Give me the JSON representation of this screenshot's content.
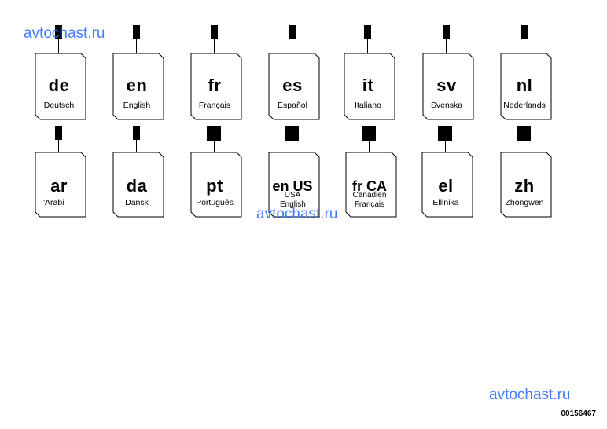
{
  "watermark": "avtochast.ru",
  "document_id": "00156467",
  "row1": [
    {
      "code": "de",
      "language": "Deutsch"
    },
    {
      "code": "en",
      "language": "English"
    },
    {
      "code": "fr",
      "language": "Français"
    },
    {
      "code": "es",
      "language": "Español"
    },
    {
      "code": "it",
      "language": "Italiano"
    },
    {
      "code": "sv",
      "language": "Svenska"
    },
    {
      "code": "nl",
      "language": "Nederlands"
    }
  ],
  "row2": [
    {
      "code": "ar",
      "language": "'Arabi"
    },
    {
      "code": "da",
      "language": "Dansk"
    },
    {
      "code": "pt",
      "language": "Português"
    },
    {
      "code": "en US",
      "language": "USA English"
    },
    {
      "code": "fr CA",
      "language": "Canadien Français"
    },
    {
      "code": "el",
      "language": "Ellinika"
    },
    {
      "code": "zh",
      "language": "Zhongwen"
    }
  ]
}
